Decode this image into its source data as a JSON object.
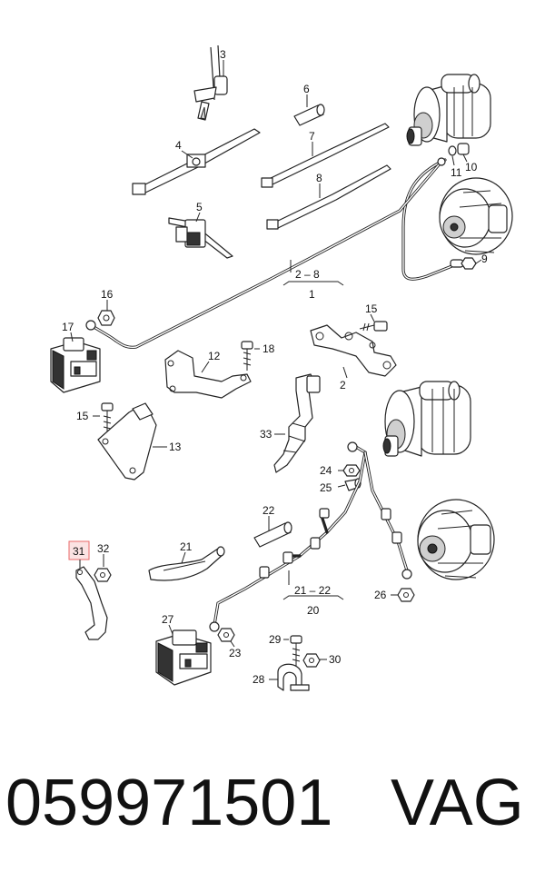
{
  "callouts": {
    "c1": "1",
    "c2": "2",
    "c2_8": "2 – 8",
    "c3": "3",
    "c4": "4",
    "c5": "5",
    "c6": "6",
    "c7": "7",
    "c8": "8",
    "c9": "9",
    "c10": "10",
    "c11": "11",
    "c12": "12",
    "c13": "13",
    "c15a": "15",
    "c15b": "15",
    "c16": "16",
    "c17": "17",
    "c18": "18",
    "c20": "20",
    "c21": "21",
    "c21_22": "21 – 22",
    "c22": "22",
    "c23": "23",
    "c24": "24",
    "c25": "25",
    "c26": "26",
    "c27": "27",
    "c28": "28",
    "c29": "29",
    "c30": "30",
    "c31": "31",
    "c32": "32",
    "c33": "33"
  },
  "highlight": {
    "color": "#e86a6a",
    "fill": "#fbe3e3"
  },
  "footer": {
    "part_number": "059971501",
    "brand": "VAG"
  }
}
